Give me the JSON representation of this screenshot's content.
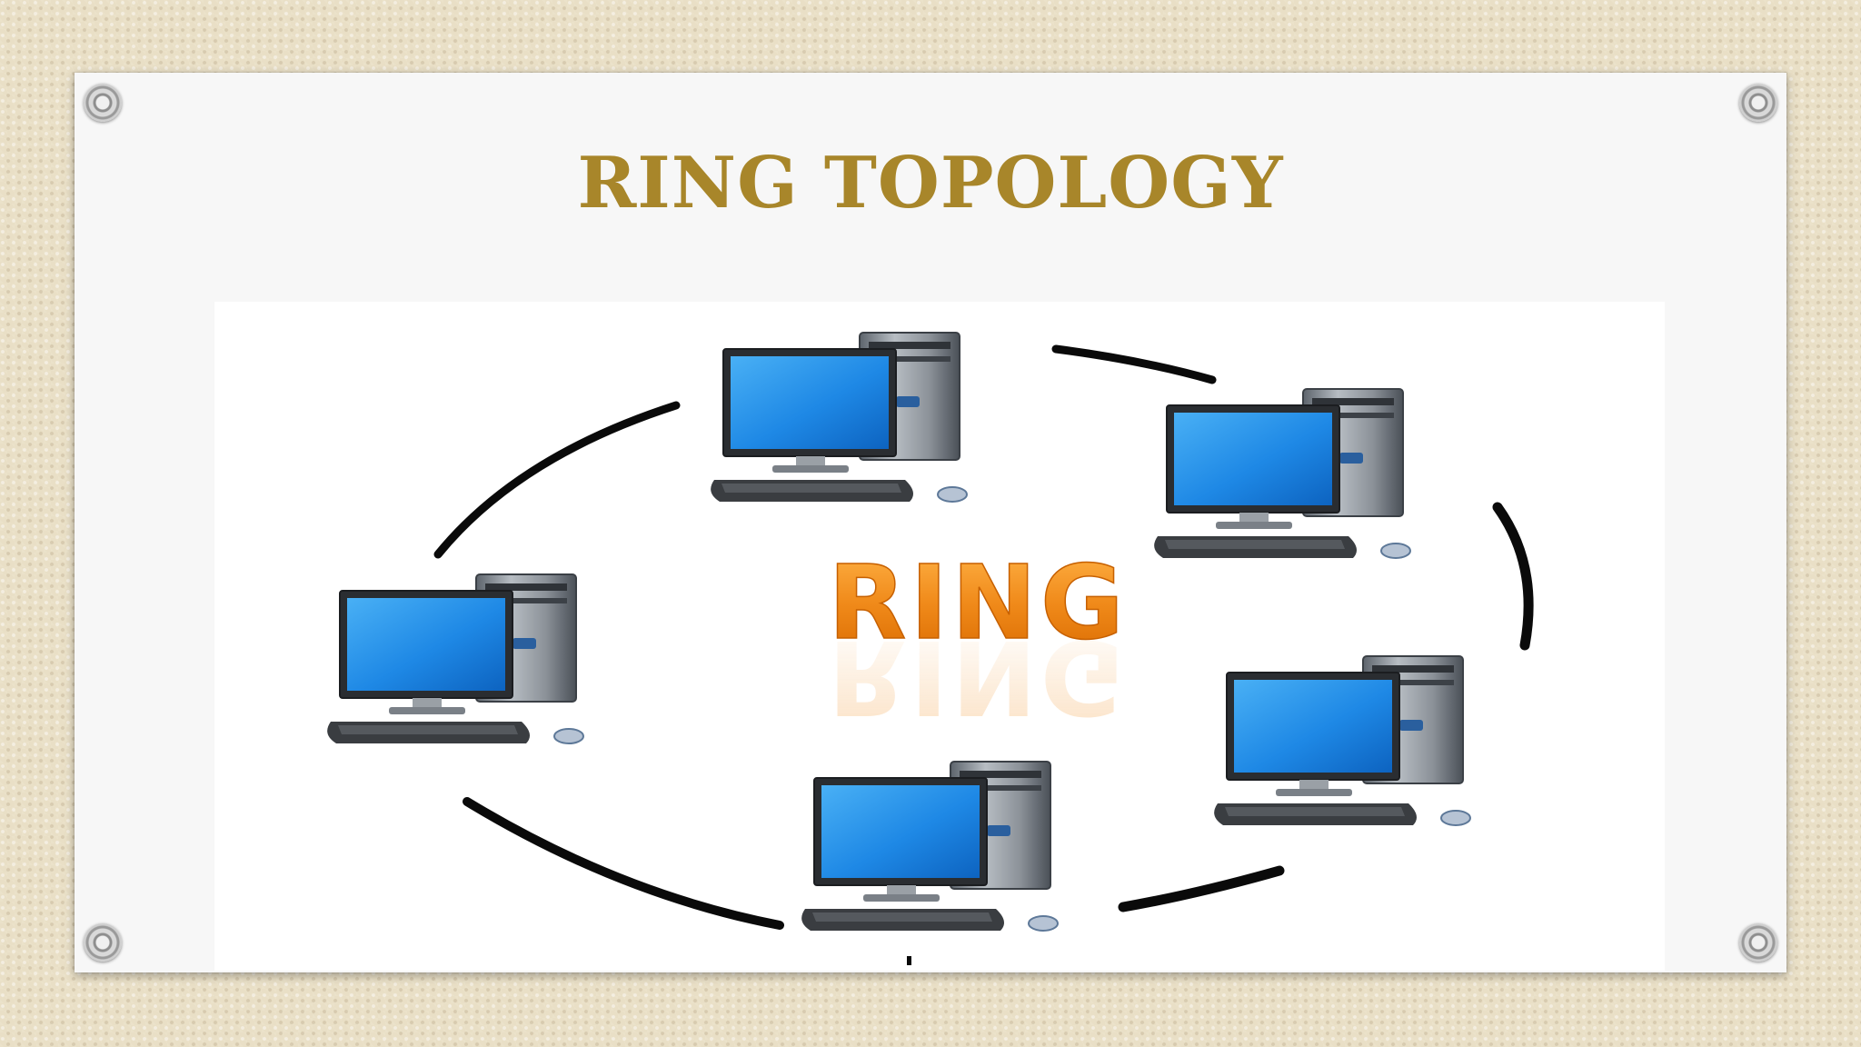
{
  "slide": {
    "title": "RING TOPOLOGY"
  },
  "diagram": {
    "center_label": "RING",
    "node_count": 5,
    "colors": {
      "title": "#a8862a",
      "ring_label": "#f08a1a",
      "screen": "#1e88e5",
      "link": "#0a0a0a"
    }
  }
}
